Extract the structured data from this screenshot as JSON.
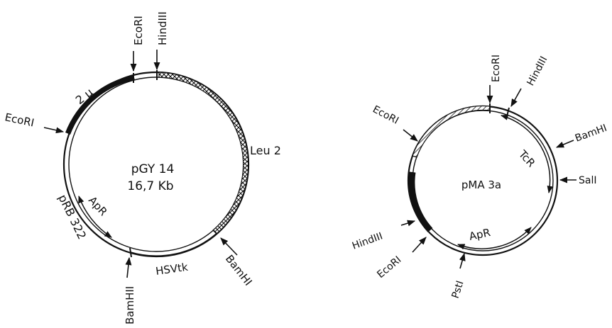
{
  "plasmid1": {
    "name": "pGY 14",
    "size": "16,7 Kb",
    "sites": {
      "ecori_top": "EcoRI",
      "hindiii_top": "HindIII",
      "ecori_left": "EcoRI",
      "bamhi_right": "BamHI",
      "bamhii_bottom": "BamHII"
    },
    "regions": {
      "two_micron": "2 µ",
      "leu2": "Leu 2",
      "hsvtk": "HSVtk",
      "pbr322": "pRB 322",
      "apr": "ApR"
    }
  },
  "plasmid2": {
    "name": "pMA 3a",
    "sites": {
      "ecori_top": "EcoRI",
      "hindiii_top": "HindIII",
      "ecori_left": "EcoRI",
      "bamhi_right": "BamHI",
      "sali_right": "SalI",
      "hindiii_left": "HindIII",
      "ecori_bottom": "EcoRI",
      "psti_bottom": "PstI"
    },
    "regions": {
      "tcr": "TcR",
      "apr": "ApR"
    }
  },
  "colors": {
    "ink": "#111111",
    "background": "#ffffff"
  }
}
